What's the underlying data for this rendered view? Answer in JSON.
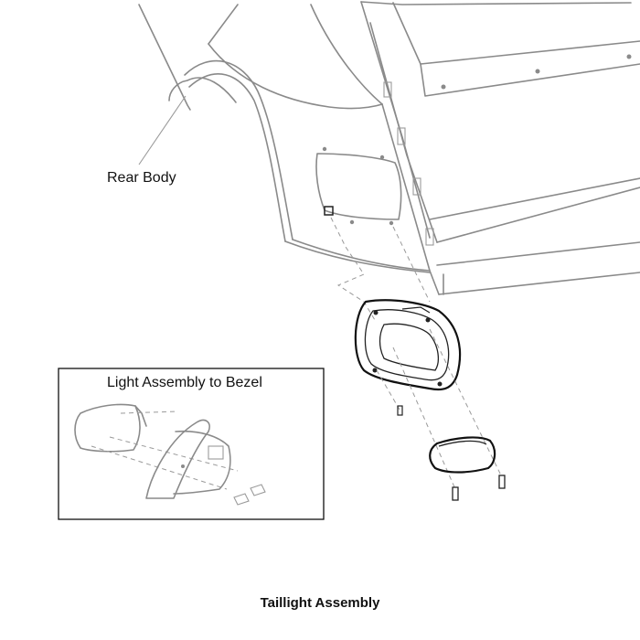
{
  "labels": {
    "rear_body": "Rear Body",
    "inset_title": "Light Assembly to Bezel",
    "caption": "Taillight Assembly"
  }
}
